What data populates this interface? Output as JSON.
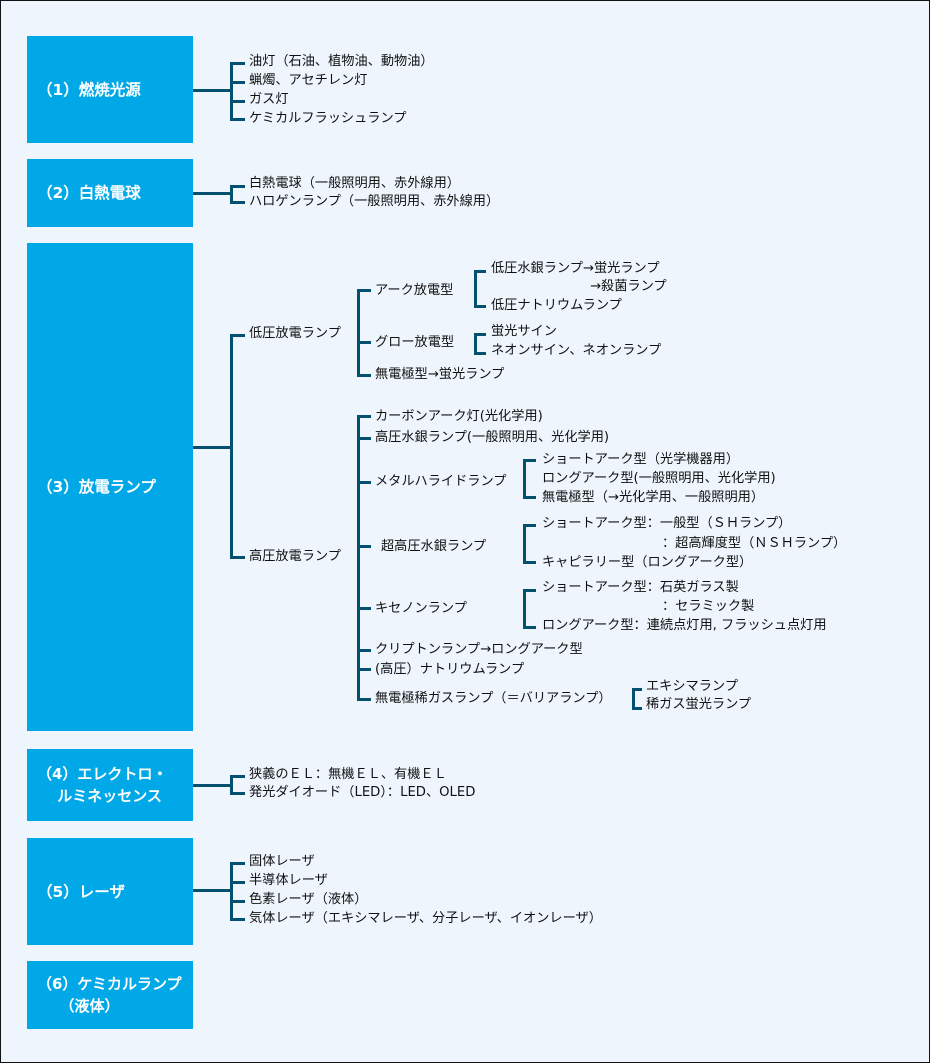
{
  "colors": {
    "box": "#00a8e8",
    "line": "#03506f",
    "background": "#eef5fd",
    "text": "#111111"
  },
  "categories": [
    {
      "label": "（1）燃焼光源",
      "items": [
        "油灯（石油、植物油、動物油）",
        "蝋燭、アセチレン灯",
        "ガス灯",
        "ケミカルフラッシュランプ"
      ]
    },
    {
      "label": "（2）白熱電球",
      "items": [
        "白熱電球（一般照明用、赤外線用）",
        "ハロゲンランプ（一般照明用、赤外線用）"
      ]
    },
    {
      "label": "（3）放電ランプ",
      "groups": [
        {
          "label": "低圧放電ランプ",
          "children": [
            {
              "label": "アーク放電型",
              "items": [
                "低圧水銀ランプ→蛍光ランプ",
                "→殺菌ランプ",
                "低圧ナトリウムランプ"
              ]
            },
            {
              "label": "グロー放電型",
              "items": [
                "蛍光サイン",
                "ネオンサイン、ネオンランプ"
              ]
            },
            {
              "label": "無電極型→蛍光ランプ"
            }
          ]
        },
        {
          "label": "高圧放電ランプ",
          "children": [
            {
              "label": "カーボンアーク灯(光化学用)"
            },
            {
              "label": "高圧水銀ランプ(一般照明用、光化学用)"
            },
            {
              "label": "メタルハライドランプ",
              "items": [
                "ショートアーク型（光学機器用）",
                "ロングアーク型(一般照明用、光化学用)",
                "無電極型（→光化学用、一般照明用）"
              ]
            },
            {
              "label": "超高圧水銀ランプ",
              "items": [
                "ショートアーク型：一般型（ＳＨランプ）",
                "：超高輝度型（ＮＳＨランプ）",
                "キャピラリー型（ロングアーク型）"
              ]
            },
            {
              "label": "キセノンランプ",
              "items": [
                "ショートアーク型：石英ガラス製",
                "：セラミック製",
                "ロングアーク型：連続点灯用, フラッシュ点灯用"
              ]
            },
            {
              "label": "クリプトンランプ→ロングアーク型"
            },
            {
              "label": "(高圧）ナトリウムランプ"
            },
            {
              "label": "無電極稀ガスランプ（＝バリアランプ）",
              "items": [
                "エキシマランプ",
                "稀ガス蛍光ランプ"
              ]
            }
          ]
        }
      ]
    },
    {
      "label": "（4）エレクトロ・\n　 ルミネッセンス",
      "items": [
        "狭義のＥＬ：無機ＥＬ、有機ＥＬ",
        "発光ダイオード（LED）：LED、OLED"
      ]
    },
    {
      "label": "（5）レーザ",
      "items": [
        "固体レーザ",
        "半導体レーザ",
        "色素レーザ（液体）",
        "気体レーザ（エキシマレーザ、分子レーザ、イオンレーザ）"
      ]
    },
    {
      "label": "（6）ケミカルランプ\n　　（液体）"
    }
  ]
}
